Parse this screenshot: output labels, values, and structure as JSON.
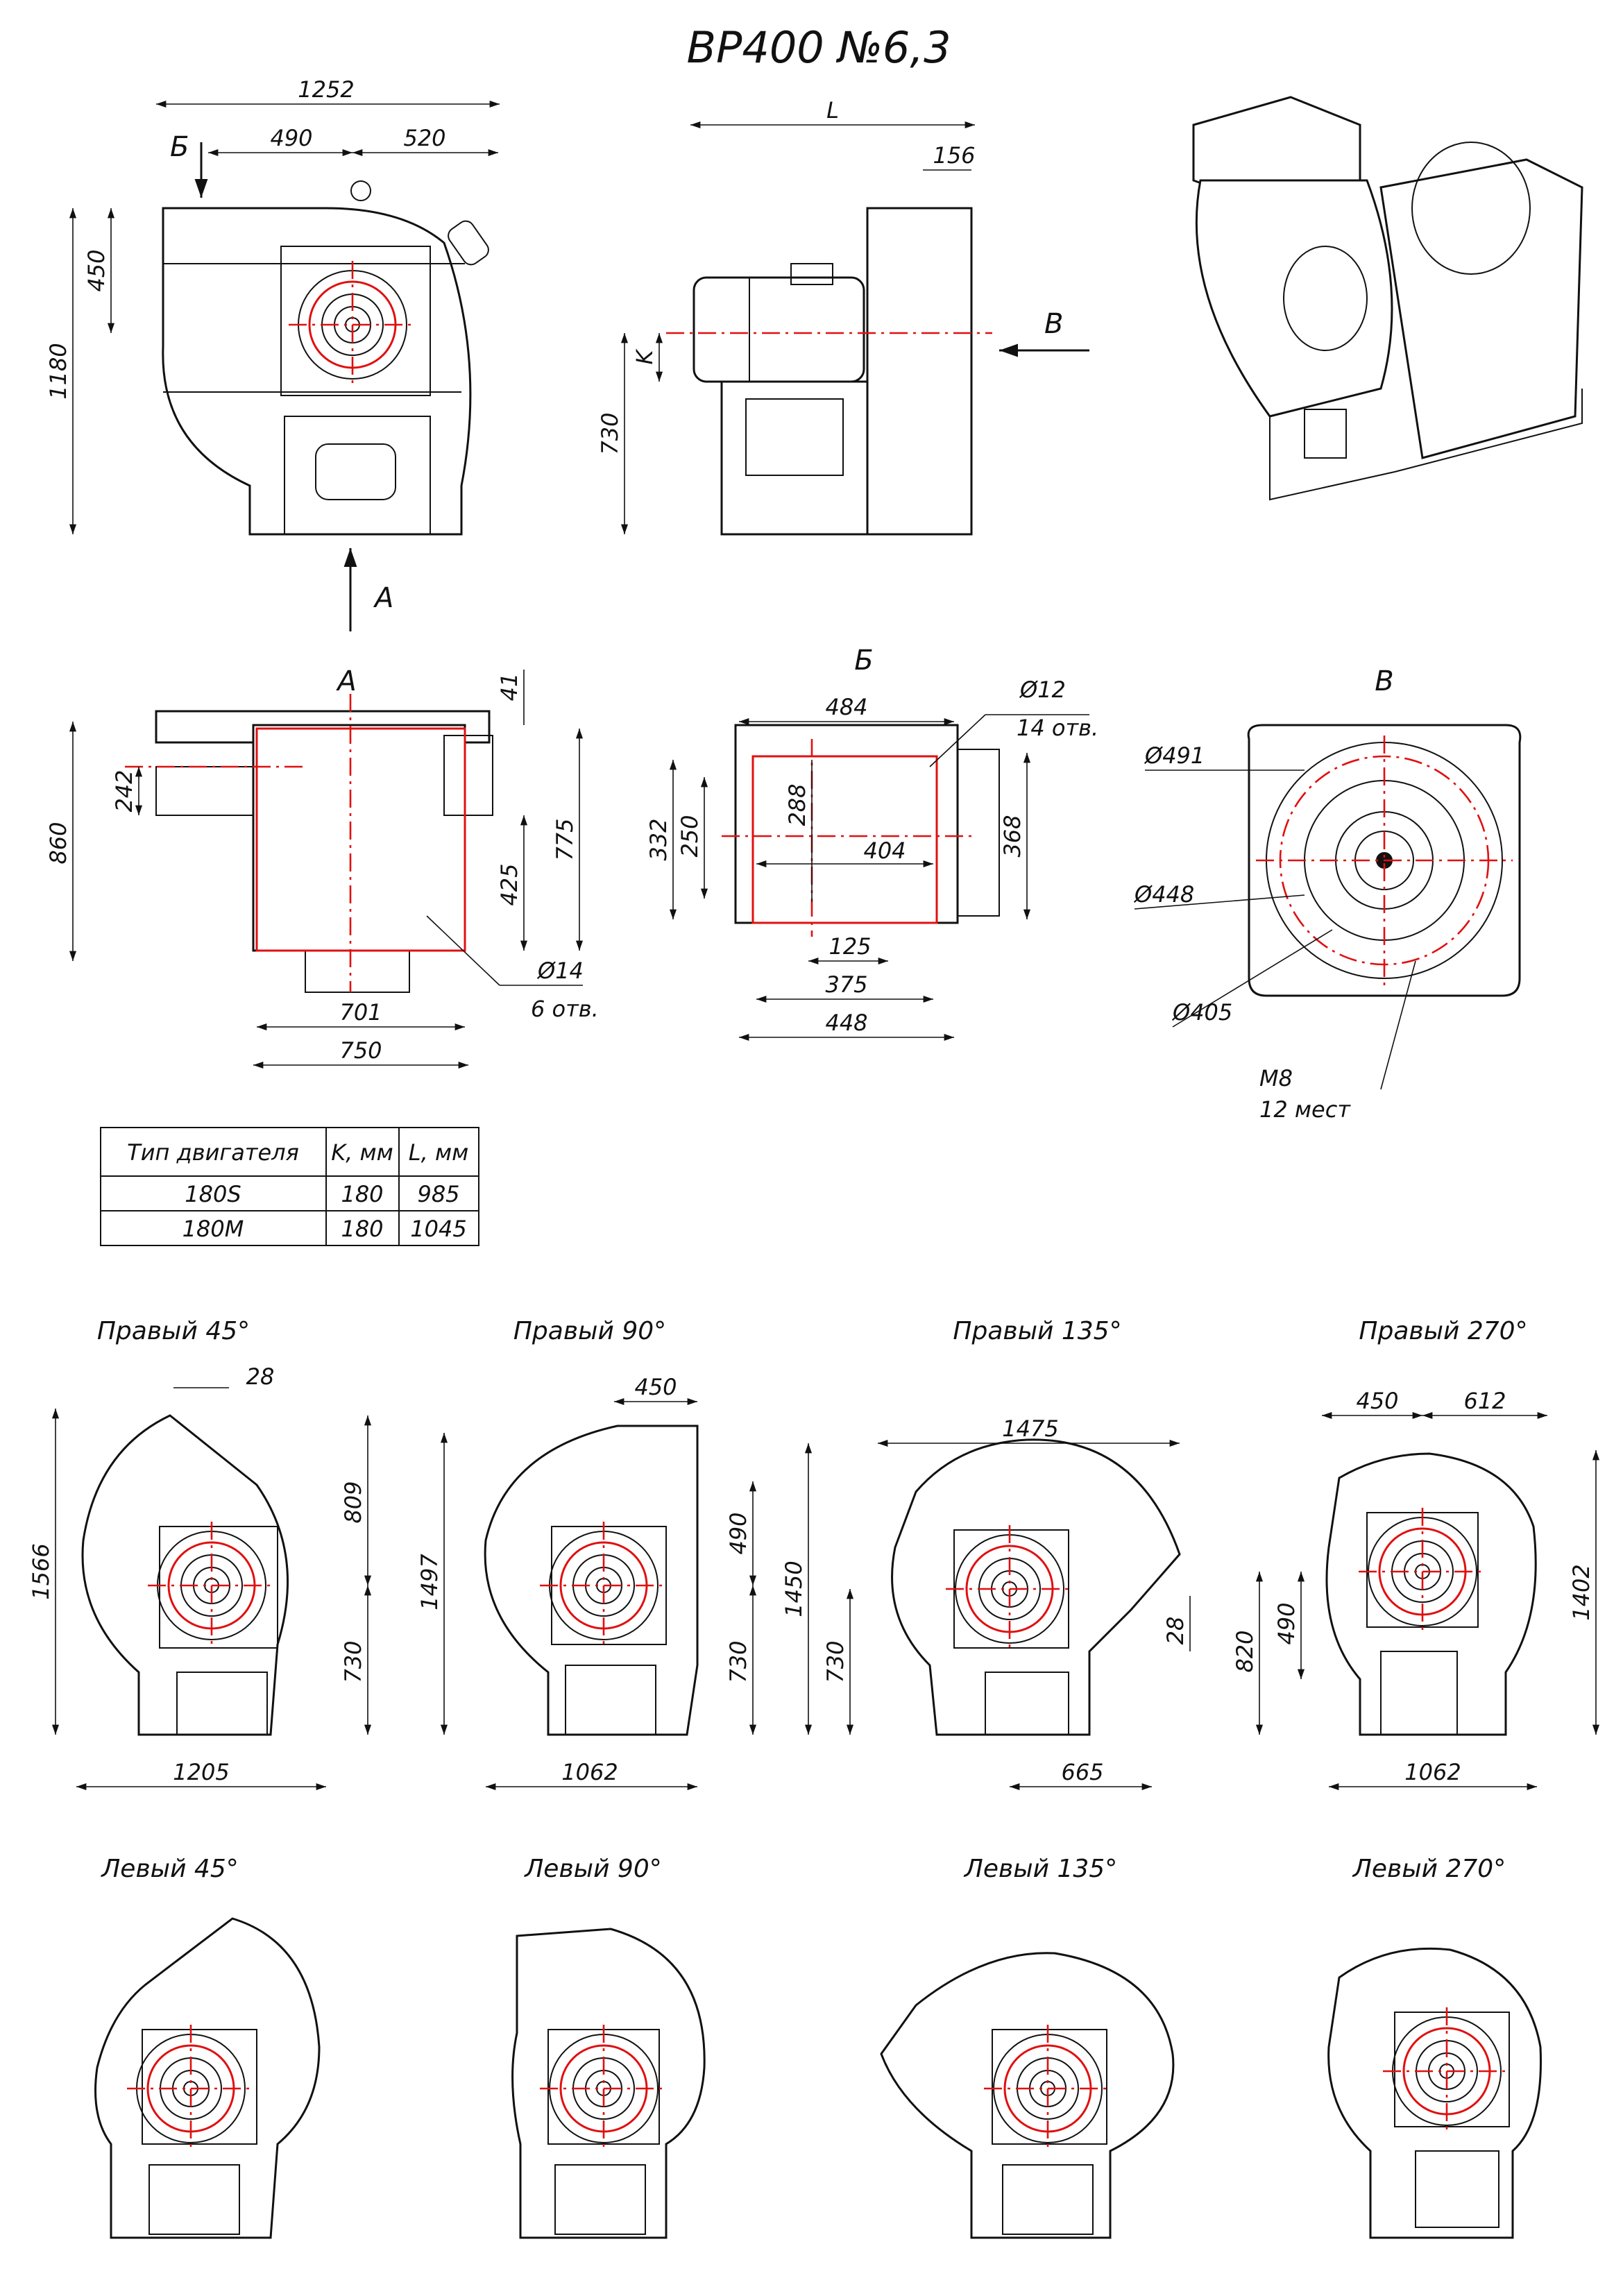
{
  "title": "ВР400 №6,3",
  "views": {
    "front": {
      "overall": "1252",
      "part_left": "490",
      "part_right": "520",
      "height": "1180",
      "outlet": "450",
      "view_b": "Б",
      "view_a": "А"
    },
    "side": {
      "length": "L",
      "offset": "156",
      "k": "K",
      "height": "730",
      "view_v": "В"
    },
    "section_a": {
      "label": "А",
      "d41": "41",
      "d242": "242",
      "d860": "860",
      "d775": "775",
      "d425": "425",
      "d701": "701",
      "d750": "750",
      "hole": "Ø14",
      "holes": "6 отв."
    },
    "section_b": {
      "label": "Б",
      "d484": "484",
      "hole": "Ø12",
      "holes": "14 отв.",
      "d332": "332",
      "d250": "250",
      "d288": "288",
      "d404": "404",
      "d368": "368",
      "d125": "125",
      "d375": "375",
      "d448": "448"
    },
    "section_v": {
      "label": "В",
      "d491": "Ø491",
      "d448": "Ø448",
      "d405": "Ø405",
      "thread": "М8",
      "places": "12 мест"
    }
  },
  "motor_table": {
    "headers": [
      "Тип двигателя",
      "K, мм",
      "L, мм"
    ],
    "rows": [
      [
        "180S",
        "180",
        "985"
      ],
      [
        "180M",
        "180",
        "1045"
      ]
    ]
  },
  "positions": {
    "right": [
      {
        "label": "Правый 45°",
        "dims": [
          "28",
          "1566",
          "809",
          "730",
          "1205"
        ]
      },
      {
        "label": "Правый 90°",
        "dims": [
          "450",
          "1497",
          "490",
          "730",
          "1062"
        ]
      },
      {
        "label": "Правый 135°",
        "dims": [
          "1475",
          "1450",
          "730",
          "28",
          "665"
        ]
      },
      {
        "label": "Правый 270°",
        "dims": [
          "450",
          "612",
          "820",
          "490",
          "1402",
          "1062"
        ]
      }
    ],
    "left": [
      {
        "label": "Левый 45°"
      },
      {
        "label": "Левый 90°"
      },
      {
        "label": "Левый 135°"
      },
      {
        "label": "Левый 270°"
      }
    ]
  }
}
